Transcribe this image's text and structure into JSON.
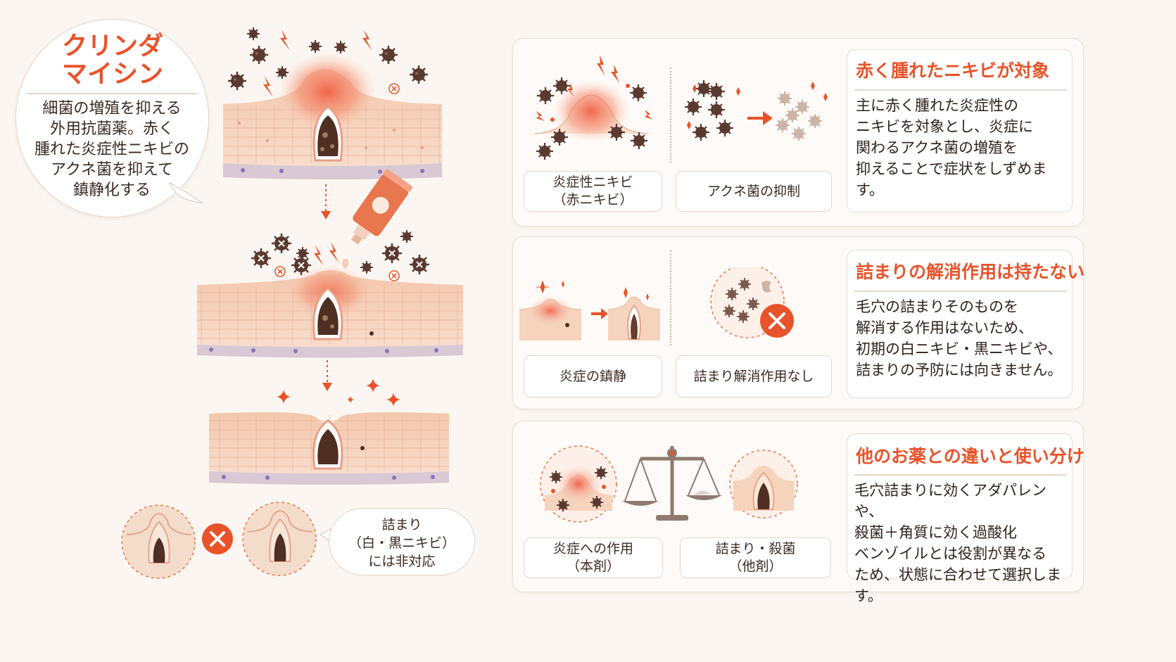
{
  "main": {
    "title_line1": "クリンダ",
    "title_line2": "マイシン",
    "description": [
      "細菌の増殖を抑える",
      "外用抗菌薬。赤く",
      "腫れた炎症性ニキビの",
      "アクネ菌を抑えて",
      "鎮静化する"
    ]
  },
  "note": {
    "lines": [
      "詰まり",
      "（白・黒ニキビ）",
      "には非対応"
    ]
  },
  "panels": [
    {
      "labels": [
        "炎症性ニキビ\n（赤ニキビ）",
        "アクネ菌の抑制"
      ],
      "title": "赤く腫れたニキビが対象",
      "lines": [
        "主に赤く腫れた炎症性の",
        "ニキビを対象とし、炎症に",
        "関わるアクネ菌の増殖を",
        "抑えることで症状をしずめます。"
      ]
    },
    {
      "labels": [
        "炎症の鎮静",
        "詰まり解消作用なし"
      ],
      "title": "詰まりの解消作用は持たない",
      "lines": [
        "毛穴の詰まりそのものを",
        "解消する作用はないため、",
        "初期の白ニキビ・黒ニキビや、",
        "詰まりの予防には向きません。"
      ]
    },
    {
      "labels": [
        "炎症への作用\n（本剤）",
        "詰まり・殺菌\n（他剤）"
      ],
      "title": "他のお薬との違いと使い分け",
      "lines": [
        "毛穴詰まりに効くアダパレンや、",
        "殺菌＋角質に効く過酸化",
        "ベンゾイルとは役割が異なる",
        "ため、状態に合わせて選択します。"
      ]
    }
  ],
  "colors": {
    "accent": "#e8532a",
    "skin": "#f6d3bd",
    "bacteria": "#5a3a30",
    "inflammation": "#ef6a4e"
  }
}
